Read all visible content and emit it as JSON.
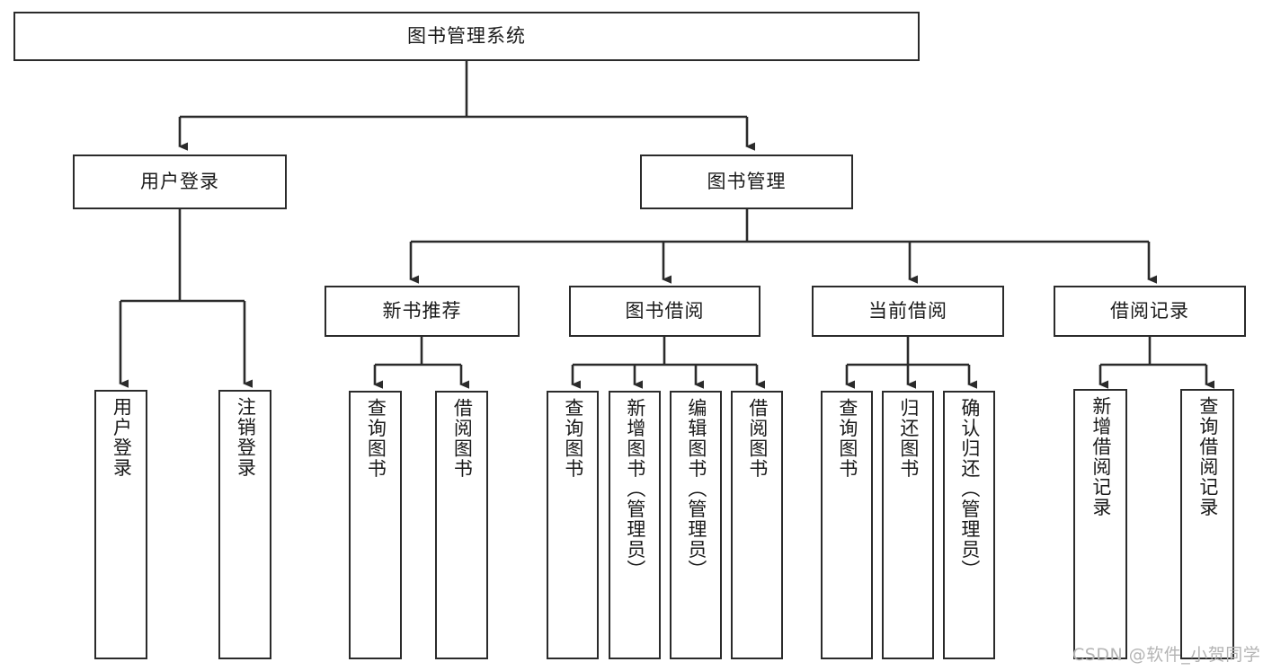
{
  "diagram": {
    "type": "tree",
    "title": "图书管理系统",
    "orientation": "top-down",
    "colors": {
      "box_border": "#2b2b2b",
      "box_fill": "#ffffff",
      "connector": "#2b2b2b",
      "watermark": "#b4b4b4",
      "background": "#ffffff"
    },
    "root": {
      "label": "图书管理系统"
    },
    "level2": [
      {
        "label": "用户登录"
      },
      {
        "label": "图书管理"
      }
    ],
    "level3": [
      {
        "label": "新书推荐"
      },
      {
        "label": "图书借阅"
      },
      {
        "label": "当前借阅"
      },
      {
        "label": "借阅记录"
      }
    ],
    "leaves": {
      "user_login": [
        {
          "label": "用户登录"
        },
        {
          "label": "注销登录"
        }
      ],
      "new_book_recommend": [
        {
          "label": "查询图书"
        },
        {
          "label": "借阅图书"
        }
      ],
      "book_borrow": [
        {
          "label": "查询图书"
        },
        {
          "label": "新增图书（管理员）"
        },
        {
          "label": "编辑图书（管理员）"
        },
        {
          "label": "借阅图书"
        }
      ],
      "current_borrow": [
        {
          "label": "查询图书"
        },
        {
          "label": "归还图书"
        },
        {
          "label": "确认归还（管理员）"
        }
      ],
      "borrow_record": [
        {
          "label": "新增借阅记录"
        },
        {
          "label": "查询借阅记录"
        }
      ]
    }
  },
  "watermark": {
    "text": "CSDN @软件_小贺同学"
  }
}
